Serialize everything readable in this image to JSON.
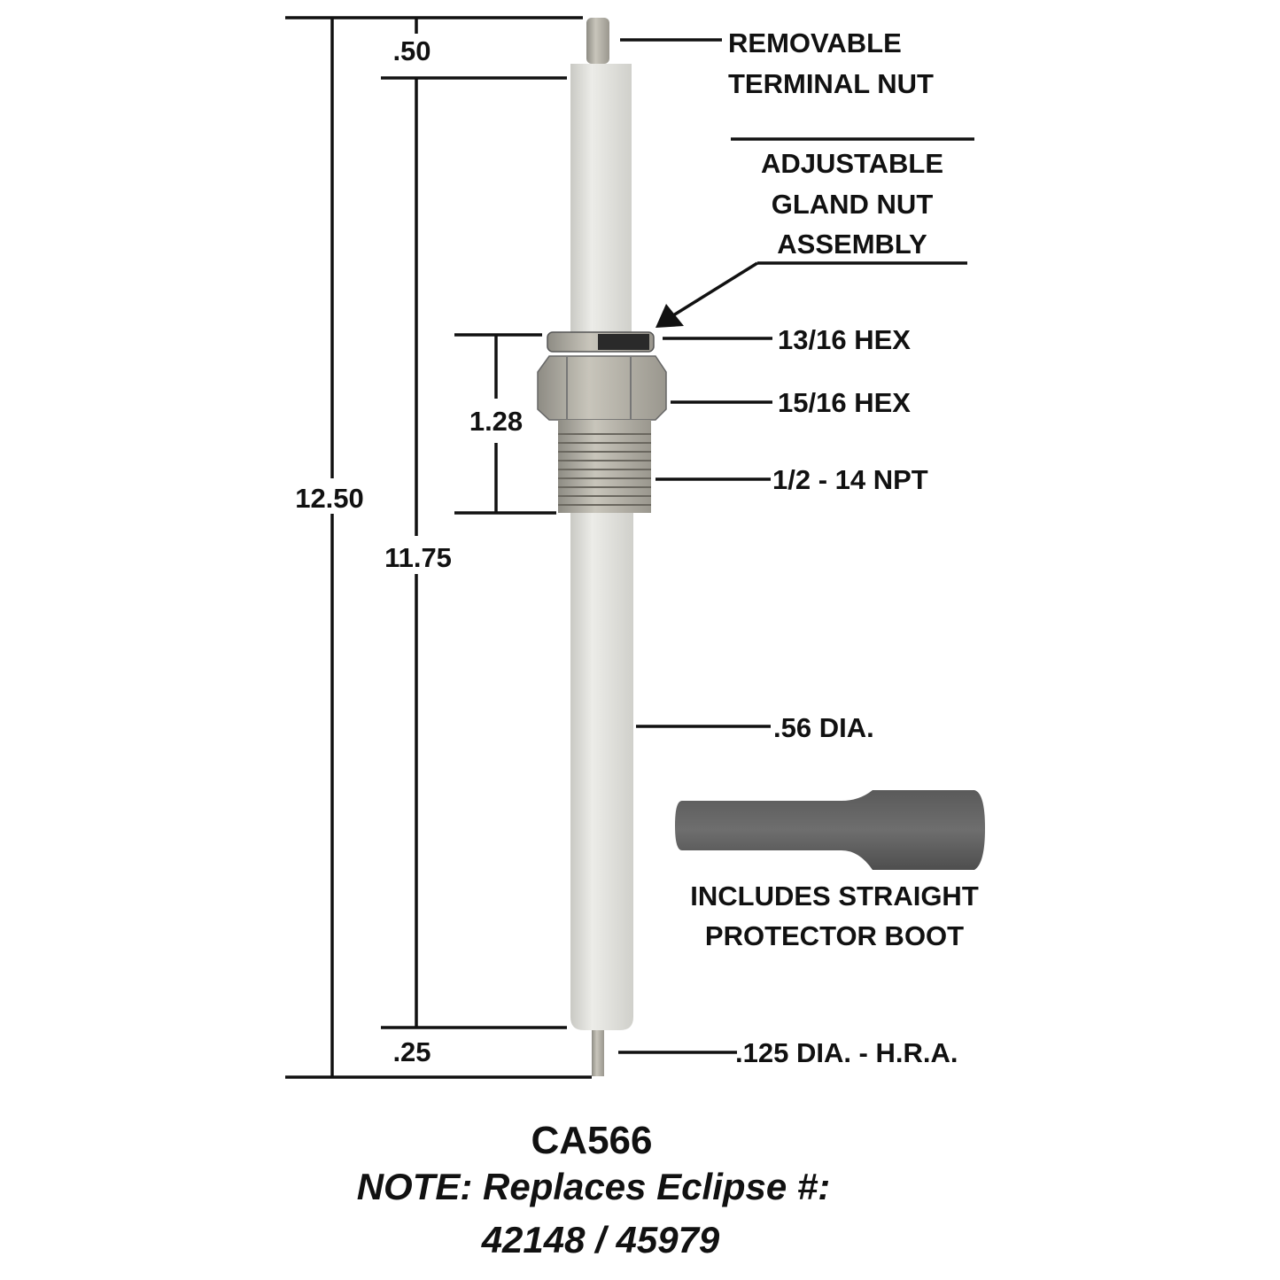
{
  "dimensions": {
    "overall_length": "12.50",
    "porcelain_length": "11.75",
    "terminal_length": ".50",
    "tip_length": ".25",
    "fitting_length": "1.28"
  },
  "callouts": {
    "terminal_nut": [
      "REMOVABLE",
      "TERMINAL NUT"
    ],
    "gland_nut": [
      "ADJUSTABLE",
      "GLAND NUT",
      "ASSEMBLY"
    ],
    "hex_small": "13/16 HEX",
    "hex_large": "15/16 HEX",
    "thread": "1/2 - 14 NPT",
    "diameter": ".56 DIA.",
    "tip": ".125 DIA. - H.R.A."
  },
  "boot": {
    "caption": [
      "INCLUDES STRAIGHT",
      "PROTECTOR BOOT"
    ]
  },
  "footer": {
    "part_number": "CA566",
    "note": "NOTE: Replaces Eclipse #:",
    "replaces": "42148 / 45979"
  }
}
